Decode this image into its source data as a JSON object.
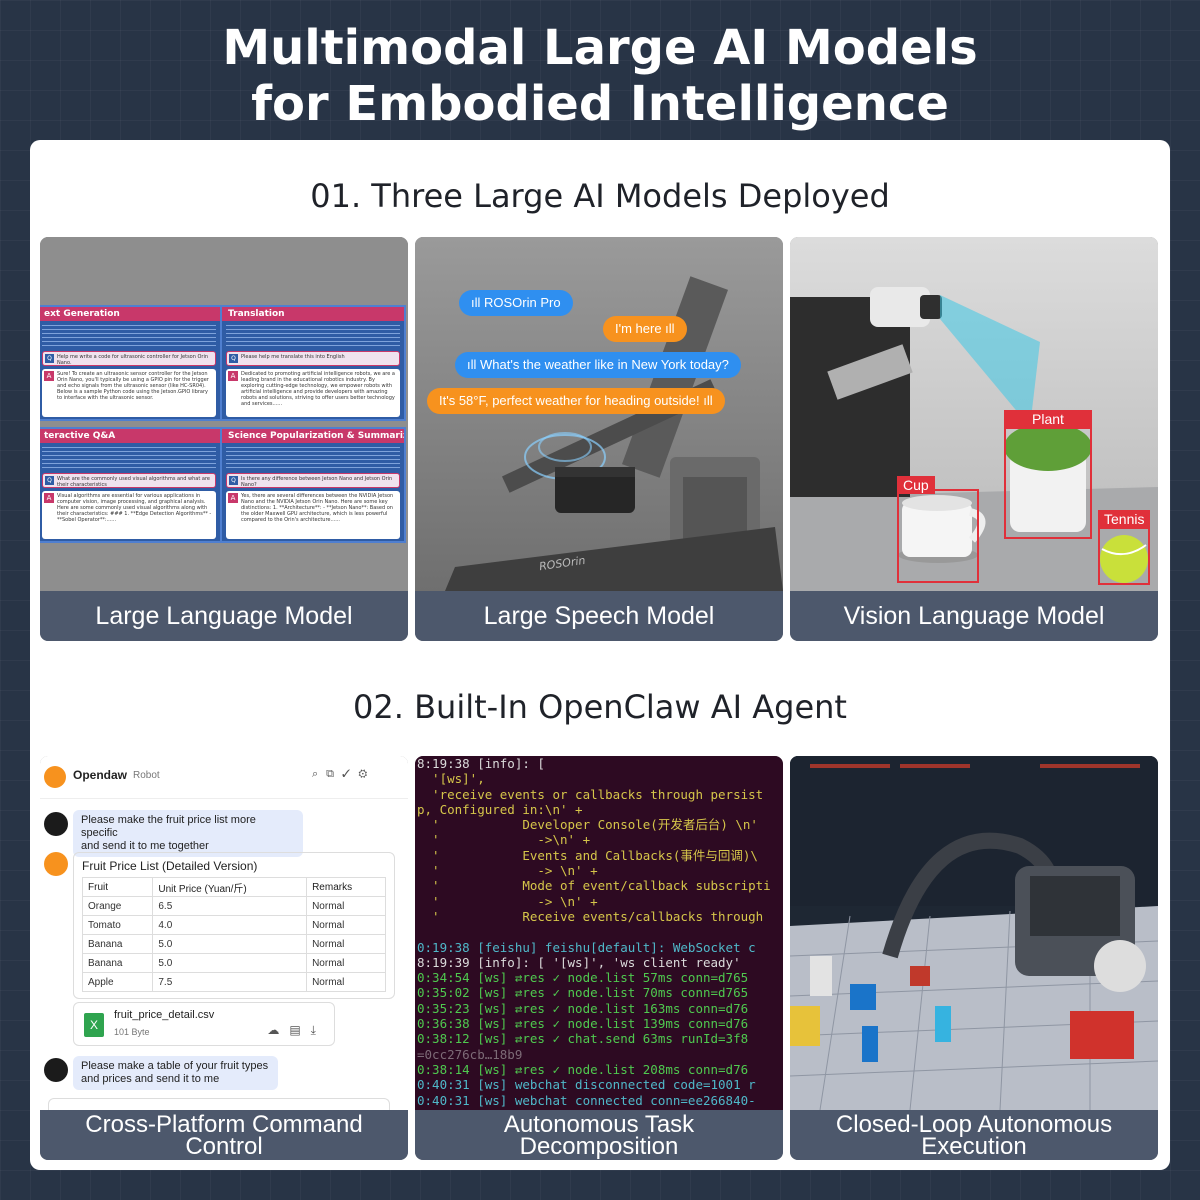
{
  "header": {
    "title_line1": "Multimodal Large AI Models",
    "title_line2": "for Embodied Intelligence"
  },
  "section1": {
    "title": "01. Three Large AI Models Deployed",
    "cards": [
      {
        "caption": "Large Language Model"
      },
      {
        "caption": "Large Speech Model"
      },
      {
        "caption": "Vision Language Model"
      }
    ],
    "llm_panels": [
      {
        "title": "ext Generation",
        "q": "Help me write a code for ultrasonic controller for Jetson Orin Nano.",
        "a": "Sure! To create an ultrasonic sensor controller for the Jetson Orin Nano, you'll typically be using a GPIO pin for the trigger and echo signals from the ultrasonic sensor (like HC-SR04). Below is a sample Python code using the Jetson.GPIO library to interface with the ultrasonic sensor."
      },
      {
        "title": "Translation",
        "q": "Please help me translate this into English",
        "a": "Dedicated to promoting artificial intelligence robots, we are a leading brand in the educational robotics industry. By exploring cutting-edge technology, we empower robots with artificial intelligence and provide developers with amazing robots and solutions, striving to offer users better technology and services......"
      },
      {
        "title": "teractive Q&A",
        "q": "What are the commonly used visual algorithms and what are their characteristics",
        "a": "Visual algorithms are essential for various applications in computer vision, image processing, and graphical analysis. Here are some commonly used visual algorithms along with their characteristics: ### 1. **Edge Detection Algorithms** - **Sobel Operator**:......"
      },
      {
        "title": "Science Popularization & Summarization",
        "q": "Is there any difference between Jetson Nano and Jetson Orin Nano?",
        "a": "Yes, there are several differences between the NVIDIA Jetson Nano and the NVIDIA Jetson Orin Nano. Here are some key distinctions: 1. **Architecture**: - **Jetson Nano**: Based on the older Maxwell GPU architecture, which is less powerful compared to the Orin's architecture......"
      }
    ],
    "speech": {
      "bubble1": "ROSOrin Pro",
      "bubble2": "I'm here",
      "bubble3": "What's the weather like in New York today?",
      "bubble4": "It's 58°F, perfect weather for heading outside!",
      "device_label": "ROSOrin"
    },
    "vision": {
      "labels": [
        "Cup",
        "Plant",
        "Tennis"
      ]
    }
  },
  "section2": {
    "title": "02. Built-In OpenClaw AI Agent",
    "cards": [
      {
        "caption_line1": "Cross-Platform Command",
        "caption_line2": "Control"
      },
      {
        "caption_line1": "Autonomous Task",
        "caption_line2": "Decomposition"
      },
      {
        "caption_line1": "Closed-Loop Autonomous",
        "caption_line2": "Execution"
      }
    ],
    "chat": {
      "app_name": "Opendaw",
      "app_tag": "Robot",
      "msg1_line1": "Please make the fruit price list more specific",
      "msg1_line2": "and send it to me together",
      "table_title": "Fruit Price List (Detailed Version)",
      "headers": [
        "Fruit",
        "Unit Price (Yuan/斤)",
        "Remarks"
      ],
      "rows": [
        [
          "Orange",
          "6.5",
          "Normal"
        ],
        [
          "Tomato",
          "4.0",
          "Normal"
        ],
        [
          "Banana",
          "5.0",
          "Normal"
        ],
        [
          "Banana",
          "5.0",
          "Normal"
        ],
        [
          "Apple",
          "7.5",
          "Normal"
        ]
      ],
      "file_name": "fruit_price_detail.csv",
      "file_size": "101 Byte",
      "msg2_line1": "Please make a table of your fruit types",
      "msg2_line2": "and prices and send it to me"
    },
    "terminal": {
      "lines": [
        {
          "t": "8:19:38 [info]: [",
          "c": "tw"
        },
        {
          "t": "  '[ws]',",
          "c": "ty"
        },
        {
          "t": "  'receive events or callbacks through persist",
          "c": "ty"
        },
        {
          "t": "p, Configured in:\\n' +",
          "c": "ty"
        },
        {
          "t": "  '           Developer Console(开发者后台) \\n'",
          "c": "ty"
        },
        {
          "t": "  '             ->\\n' +",
          "c": "ty"
        },
        {
          "t": "  '           Events and Callbacks(事件与回调)\\",
          "c": "ty"
        },
        {
          "t": "  '             -> \\n' +",
          "c": "ty"
        },
        {
          "t": "  '           Mode of event/callback subscripti",
          "c": "ty"
        },
        {
          "t": "  '             -> \\n' +",
          "c": "ty"
        },
        {
          "t": "  '           Receive events/callbacks through",
          "c": "ty"
        },
        {
          "t": "",
          "c": "tw"
        },
        {
          "t": "0:19:38 [feishu] feishu[default]: WebSocket c",
          "c": "tc"
        },
        {
          "t": "8:19:39 [info]: [ '[ws]', 'ws client ready'",
          "c": "tw"
        },
        {
          "t": "0:34:54 [ws] ⇄res ✓ node.list 57ms conn=d765",
          "c": "tg"
        },
        {
          "t": "0:35:02 [ws] ⇄res ✓ node.list 70ms conn=d765",
          "c": "tg"
        },
        {
          "t": "0:35:23 [ws] ⇄res ✓ node.list 163ms conn=d76",
          "c": "tg"
        },
        {
          "t": "0:36:38 [ws] ⇄res ✓ node.list 139ms conn=d76",
          "c": "tg"
        },
        {
          "t": "0:38:12 [ws] ⇄res ✓ chat.send 63ms runId=3f8",
          "c": "tg"
        },
        {
          "t": "=0cc276cb…18b9",
          "c": "tgr"
        },
        {
          "t": "0:38:14 [ws] ⇄res ✓ node.list 208ms conn=d76",
          "c": "tg"
        },
        {
          "t": "0:40:31 [ws] webchat disconnected code=1001 r",
          "c": "tc"
        },
        {
          "t": "0:40:31 [ws] webchat connected conn=ee266840-",
          "c": "tc"
        }
      ]
    }
  },
  "colors": {
    "page_bg": "#283446",
    "caption_bg": "#485469",
    "accent_orange": "#f7921e",
    "accent_blue": "#2f8ff0",
    "label_red": "#e0303a"
  }
}
